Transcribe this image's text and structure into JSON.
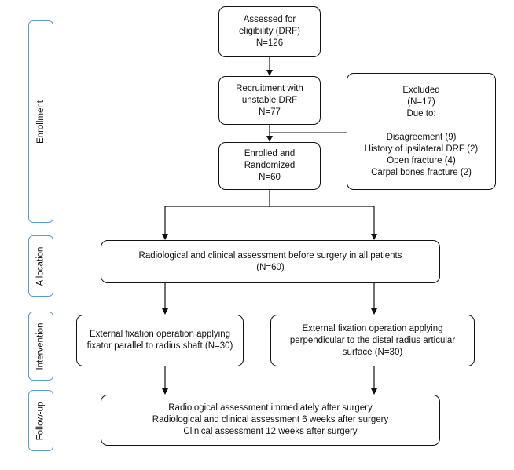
{
  "stages": {
    "enrollment": "Enrollment",
    "allocation": "Allocation",
    "intervention": "Intervention",
    "follow_up": "Follow-up"
  },
  "boxes": {
    "eligibility": [
      "Assessed for",
      "eligibility (DRF)",
      "N=126"
    ],
    "recruitment": [
      "Recruitment with",
      "unstable DRF",
      "N=77"
    ],
    "excluded": [
      "Excluded",
      "(N=17)",
      "Due to:",
      "",
      "Disagreement (9)",
      "History of ipsilateral DRF (2)",
      "Open fracture (4)",
      "Carpal bones fracture (2)"
    ],
    "enrolled": [
      "Enrolled and",
      "Randomized",
      "N=60"
    ],
    "allocation": [
      "Radiological and clinical assessment before surgery in all patients",
      "(N=60)"
    ],
    "intervention_left": [
      "External fixation operation applying",
      "fixator parallel to radius shaft (N=30)"
    ],
    "intervention_right": [
      "External fixation operation applying",
      "perpendicular to the distal radius articular",
      "surface (N=30)"
    ],
    "follow_up": [
      "Radiological assessment immediately after surgery",
      "Radiological and clinical assessment 6 weeks after surgery",
      "Clinical assessment 12 weeks after surgery"
    ]
  },
  "colors": {
    "stage_border": "#5b9bd5",
    "box_border": "#111111",
    "arrow": "#111111"
  }
}
